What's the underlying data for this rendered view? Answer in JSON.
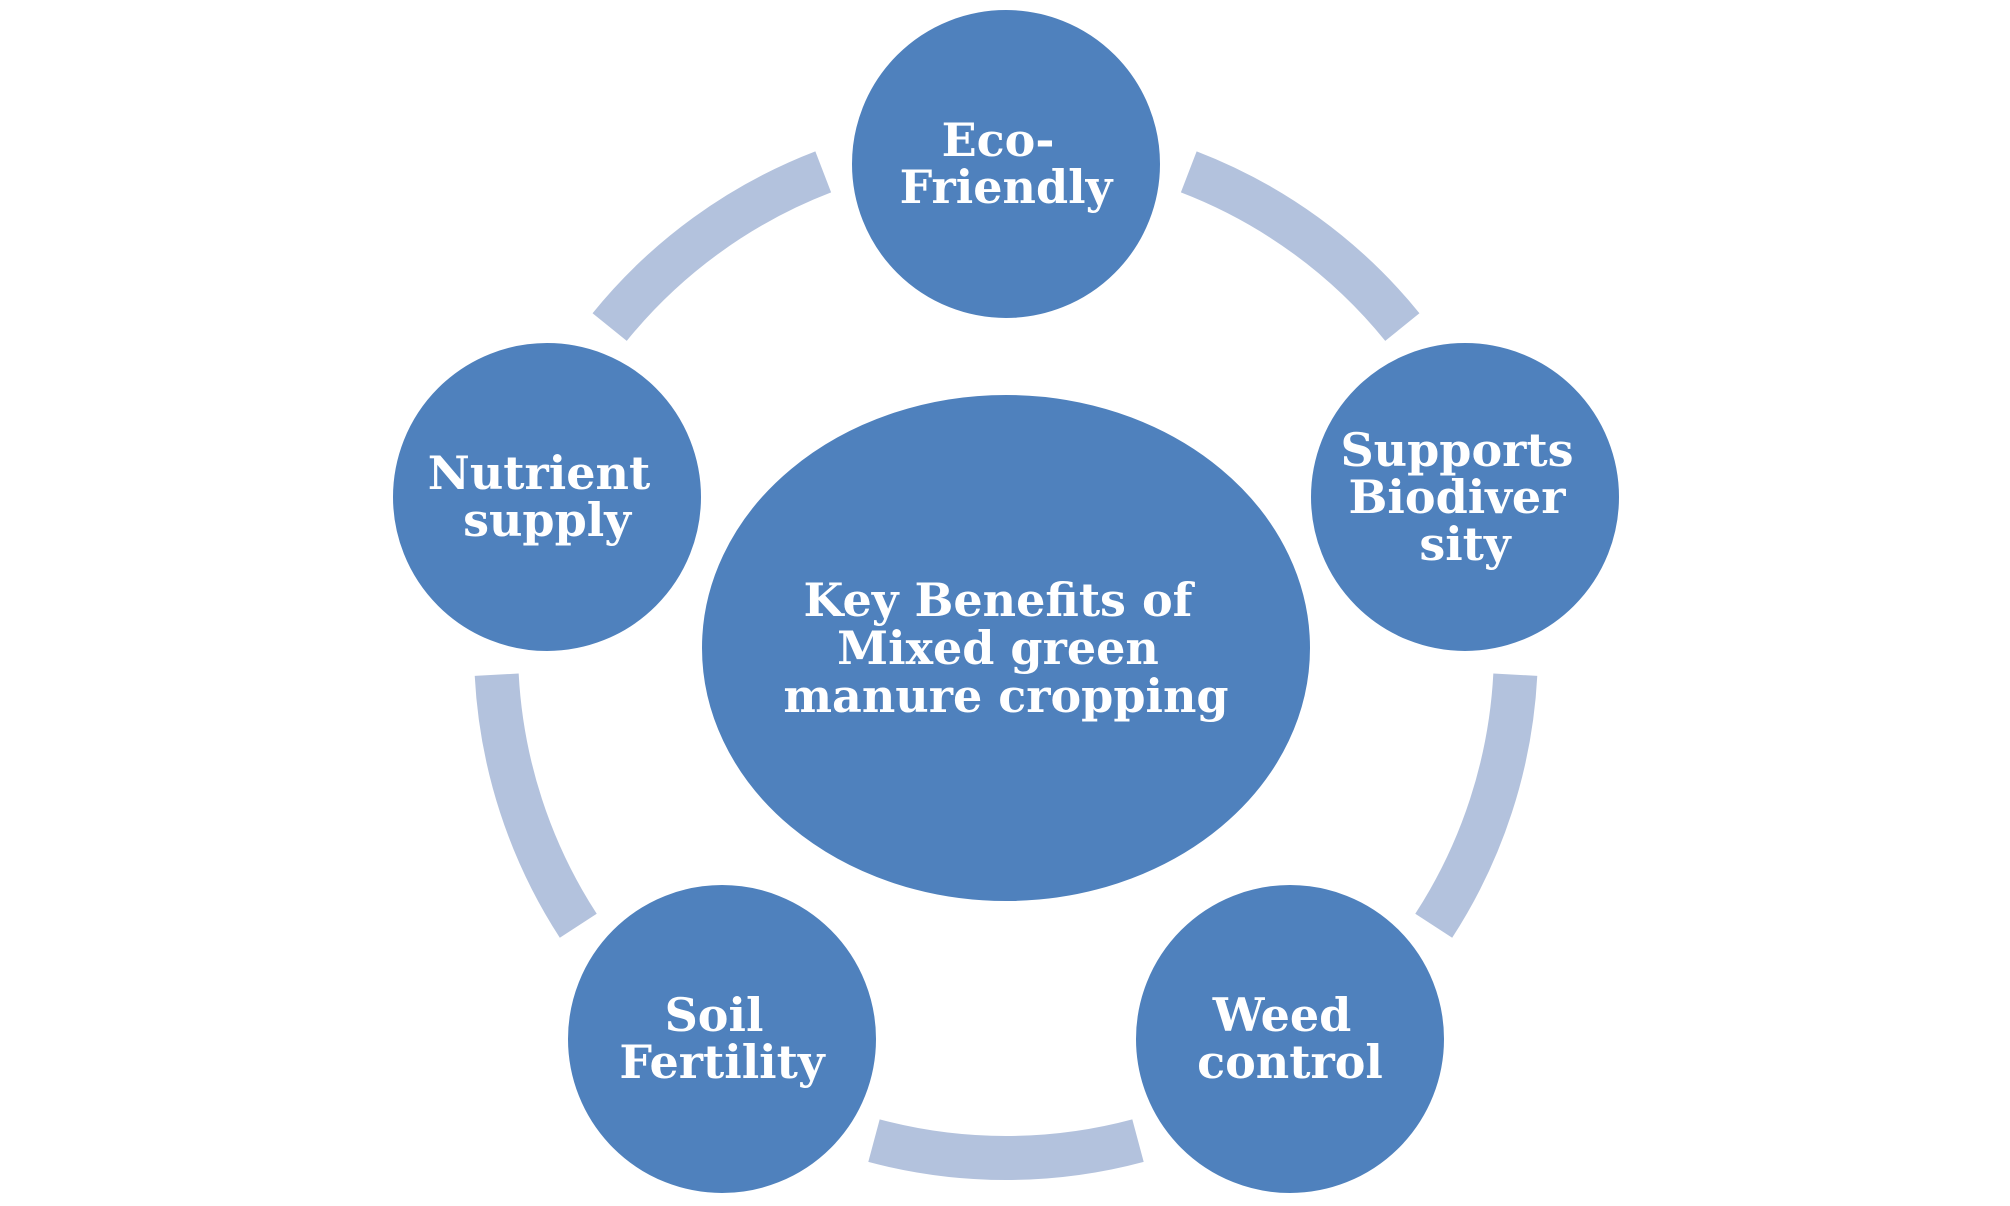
{
  "diagram": {
    "center": {
      "lines": [
        "Key Benefits of",
        "Mixed green",
        "manure cropping"
      ]
    },
    "nodes": [
      {
        "id": "eco-friendly",
        "lines": [
          "Eco-",
          "Friendly"
        ]
      },
      {
        "id": "supports-biodiversity",
        "lines": [
          "Supports",
          "Biodiver",
          "sity"
        ]
      },
      {
        "id": "weed-control",
        "lines": [
          "Weed",
          "control"
        ]
      },
      {
        "id": "soil-fertility",
        "lines": [
          "Soil",
          "Fertility"
        ]
      },
      {
        "id": "nutrient-supply",
        "lines": [
          "Nutrient",
          "supply"
        ]
      }
    ],
    "colors": {
      "node_fill": "#4F81BD",
      "node_stroke": "#ffffff",
      "ring": "#B3C2DD",
      "text": "#ffffff"
    }
  }
}
